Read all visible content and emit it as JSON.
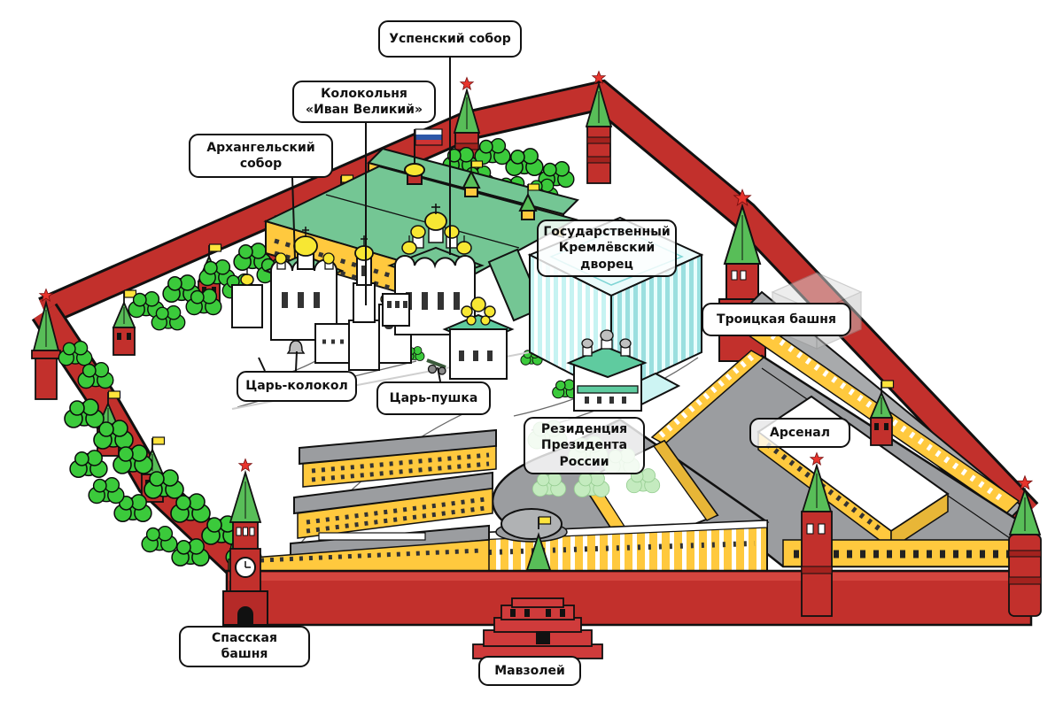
{
  "map": {
    "labels": [
      {
        "id": "uspensky-sobor",
        "text": "Успенский собор"
      },
      {
        "id": "kolokolnya-ivan-velikiy",
        "text": "Колокольня\n«Иван Великий»"
      },
      {
        "id": "arkhangelsky-sobor",
        "text": "Архангельский\nсобор"
      },
      {
        "id": "gos-kremlevsky-dvorets",
        "text": "Государственный\nКремлёвский\nдворец"
      },
      {
        "id": "troitskaya-bashnya",
        "text": "Троицкая башня"
      },
      {
        "id": "tsar-kolokol",
        "text": "Царь-колокол"
      },
      {
        "id": "tsar-pushka",
        "text": "Царь-пушка"
      },
      {
        "id": "rezidentsiya-prezidenta",
        "text": "Резиденция\nПрезидента\nРоссии"
      },
      {
        "id": "arsenal",
        "text": "Арсенал"
      },
      {
        "id": "spasskaya-bashnya",
        "text": "Спасская башня"
      },
      {
        "id": "mavzoley",
        "text": "Мавзолей"
      }
    ],
    "palette": {
      "wall_red": "#C2302C",
      "tower_band_red": "#A3221E",
      "spire_green": "#58BE58",
      "tree_green": "#3BCA3B",
      "building_yellow": "#FFC93E",
      "dome_gold": "#F7E733",
      "roof_seafoam": "#74C694",
      "roof_teal": "#5FCB9F",
      "roof_gray": "#9B9DA0",
      "palace_cyan": "#C6F3F2",
      "star_red": "#E8342C",
      "flag_yellow": "#FFE43C",
      "mausoleum_red": "#CF3B3B",
      "outline": "#111111",
      "background": "#FFFFFF"
    },
    "icons": {
      "tower_toppers": [
        "red-star-icon",
        "yellow-flag-icon"
      ],
      "palace_flag": "russian-flag-icon",
      "spasskaya_clock": "clock-icon"
    },
    "russian_flag_colors": [
      "#FFFFFF",
      "#2C57A8",
      "#CE3434"
    ]
  }
}
